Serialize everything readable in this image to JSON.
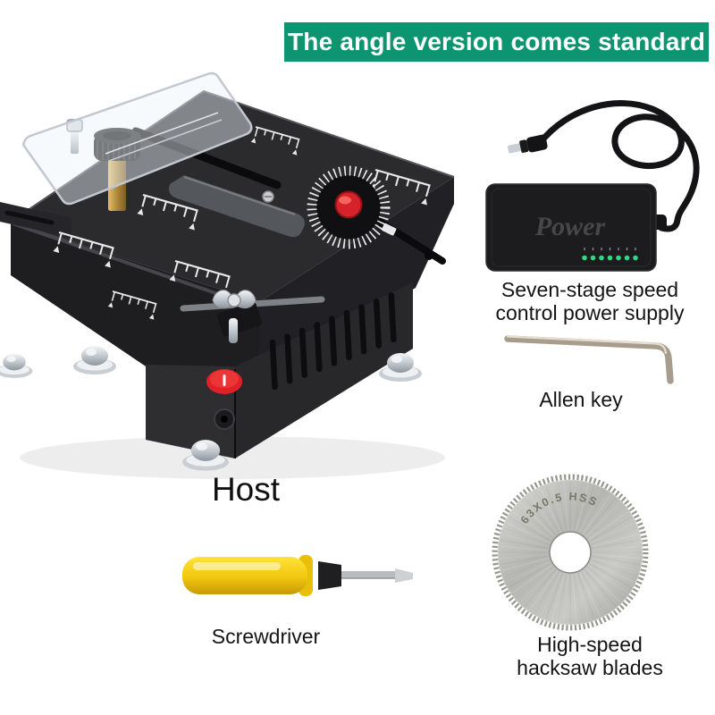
{
  "banner": {
    "label": "The angle version comes standard",
    "bg_color": "#0d9470",
    "text_color": "#ffffff"
  },
  "host": {
    "label": "Host"
  },
  "power_supply": {
    "device_label": "Power",
    "led_count": 7,
    "caption_line1": "Seven-stage speed",
    "caption_line2": "control power supply"
  },
  "allen_key": {
    "caption": "Allen key"
  },
  "saw_blade": {
    "engraving": "63X0.5 HSS",
    "caption_line1": "High-speed",
    "caption_line2": "hacksaw blades"
  },
  "screwdriver": {
    "caption": "Screwdriver"
  },
  "colors": {
    "banner_green": "#0d9470",
    "switch_red": "#e02128",
    "knob_red": "#d6232b",
    "led_green": "#2fd882",
    "handle_yellow": "#f6d31a",
    "brass": "#c09a4a",
    "blade_silver": "#bdbdb9"
  }
}
